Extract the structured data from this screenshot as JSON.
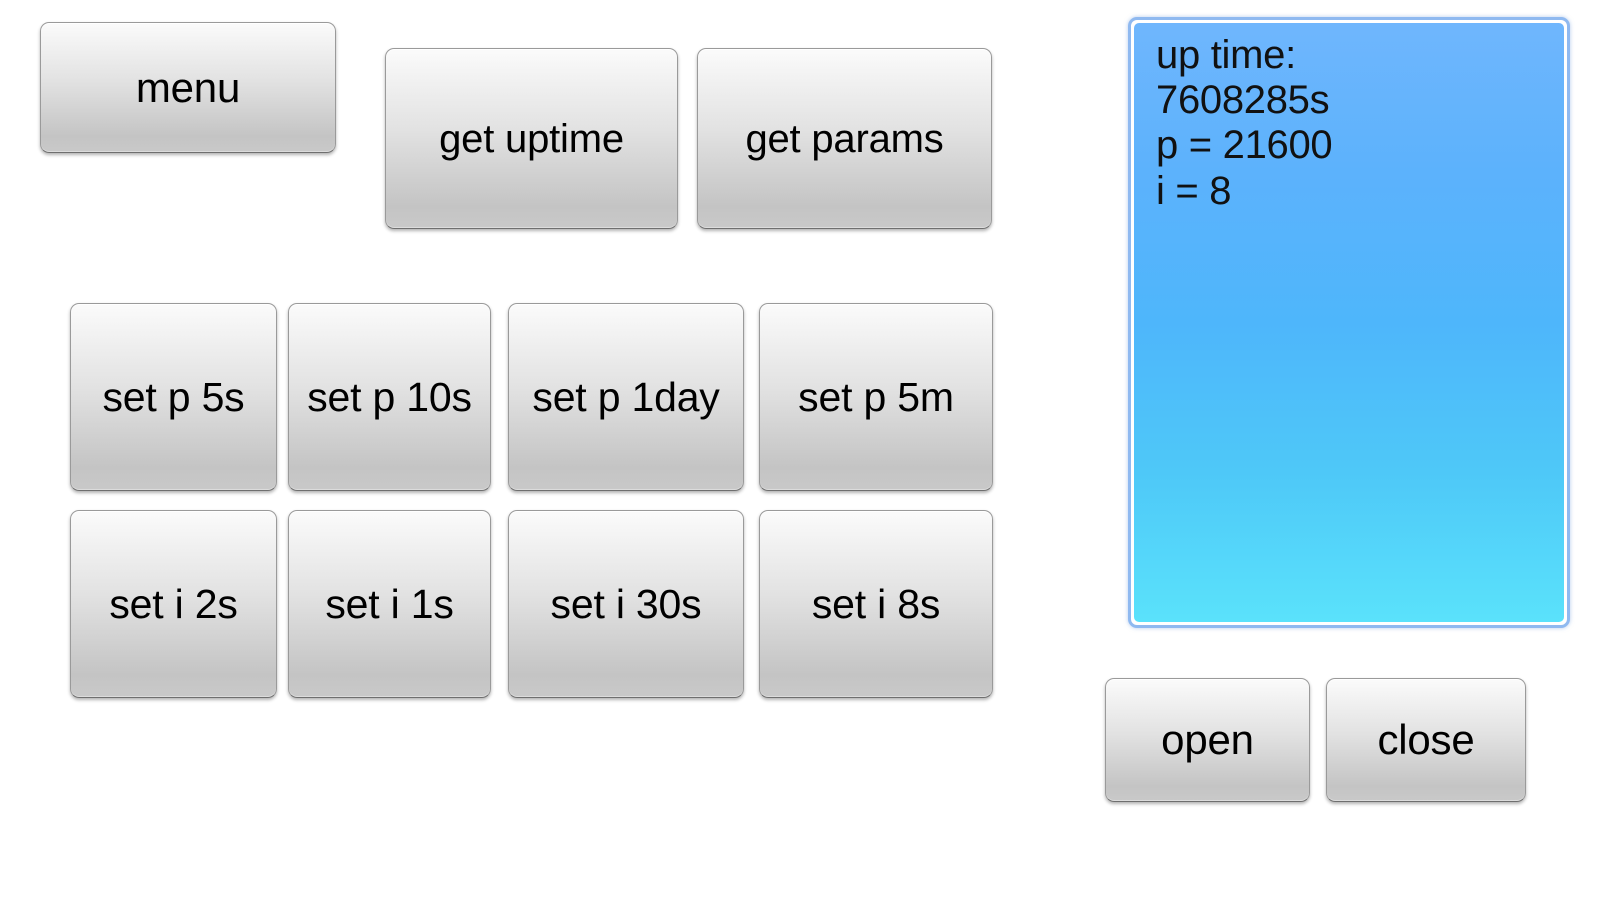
{
  "app": {
    "background_color": "#ffffff"
  },
  "toolbar": {
    "menu_label": "menu",
    "get_uptime_label": "get uptime",
    "get_params_label": "get params"
  },
  "period_buttons": [
    {
      "label": "set p 5s"
    },
    {
      "label": "set p 10s"
    },
    {
      "label": "set p 1day"
    },
    {
      "label": "set p 5m"
    }
  ],
  "interval_buttons": [
    {
      "label": "set i 2s"
    },
    {
      "label": "set i 1s"
    },
    {
      "label": "set i 30s"
    },
    {
      "label": "set i 8s"
    }
  ],
  "output": {
    "lines": [
      "up time:",
      "7608285s",
      "p = 21600",
      "i = 8"
    ],
    "text": "up time:\n7608285s\np = 21600\ni = 8",
    "uptime_label": "up time:",
    "uptime_value": "7608285s",
    "p_value": "p = 21600",
    "i_value": "i = 8",
    "background_top_color": "#6fb6fd",
    "background_bottom_color": "#5ae2fb",
    "border_color": "#8fb9f0"
  },
  "connection": {
    "open_label": "open",
    "close_label": "close"
  }
}
